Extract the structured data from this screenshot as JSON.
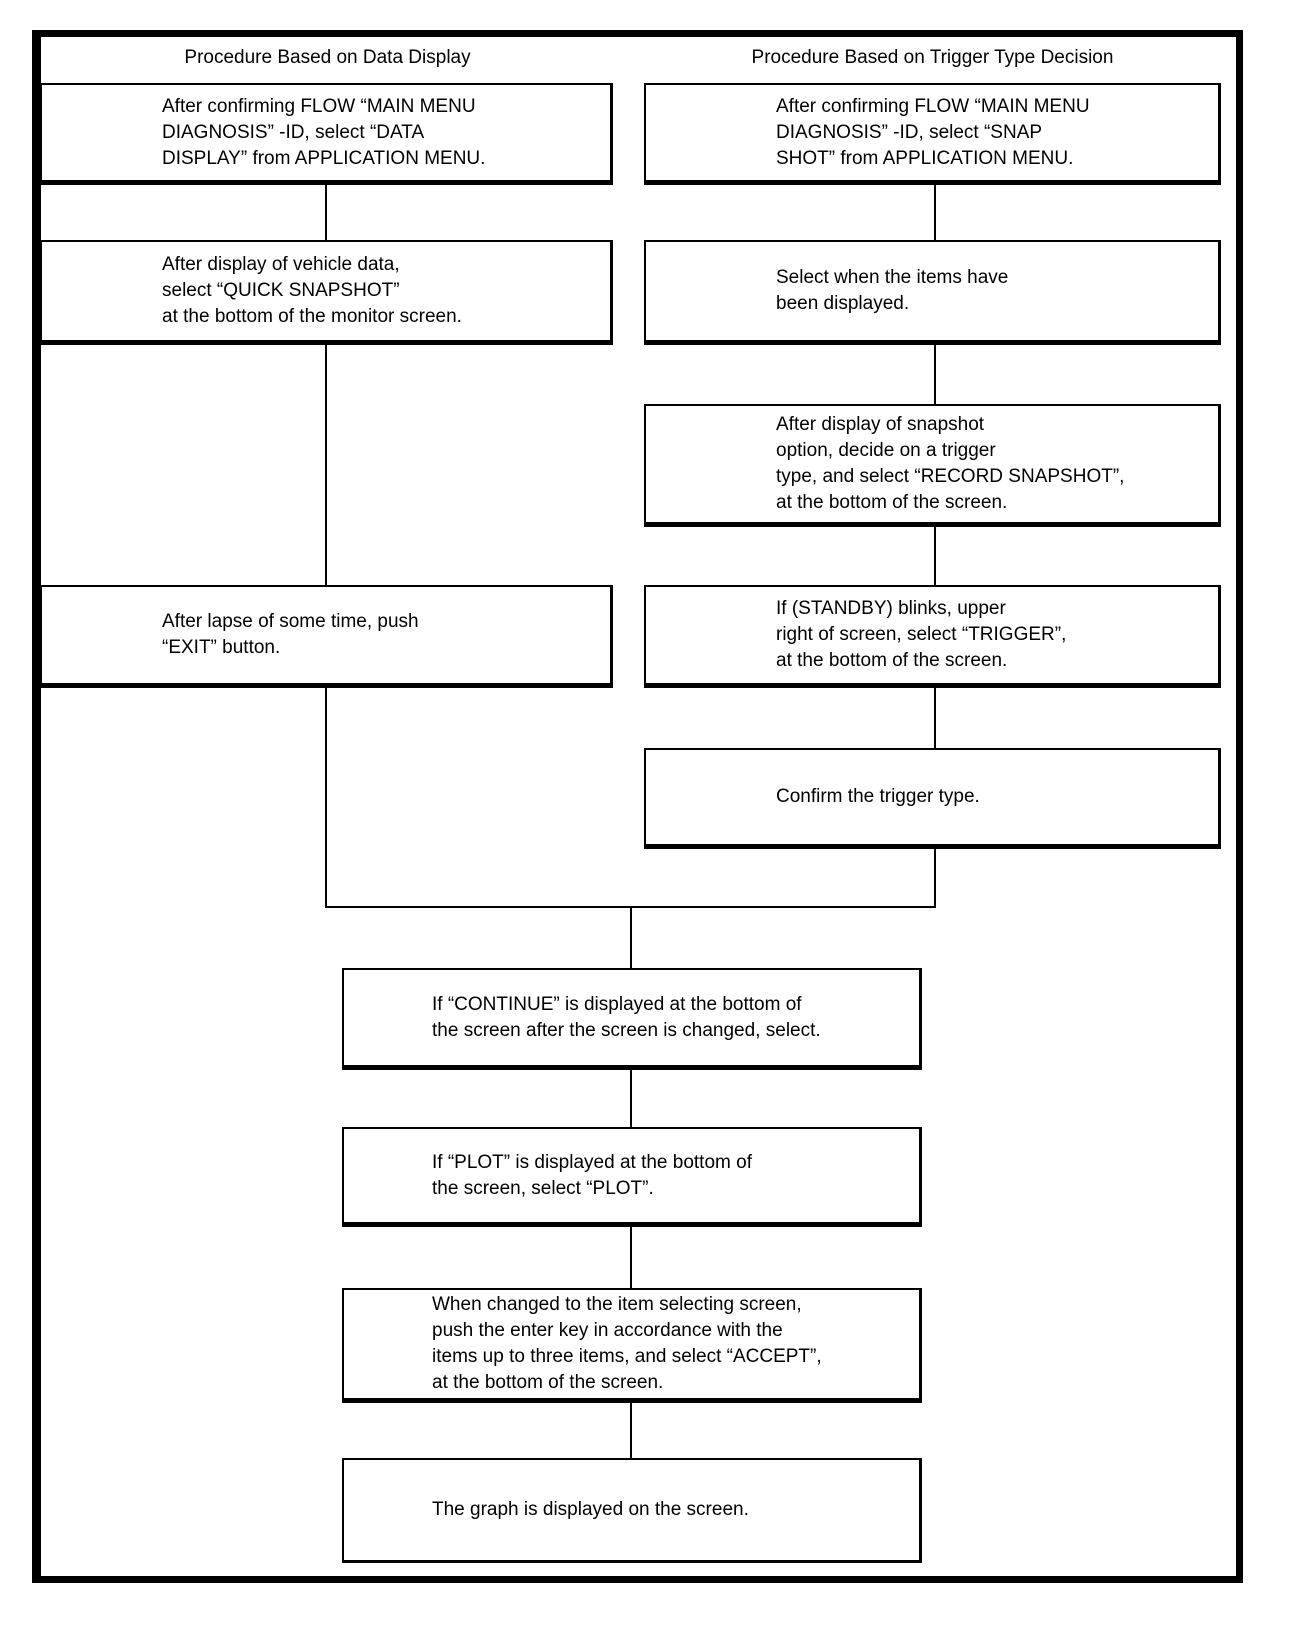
{
  "columns": {
    "left_title": "Procedure Based on Data Display",
    "right_title": "Procedure Based on Trigger Type Decision"
  },
  "boxes": {
    "left_1": {
      "text": "After confirming FLOW “MAIN MENU\nDIAGNOSIS” -ID, select “DATA\nDISPLAY” from APPLICATION MENU."
    },
    "left_2": {
      "text": "After display of vehicle data,\nselect “QUICK SNAPSHOT”\nat the bottom of the monitor screen."
    },
    "left_3": {
      "text": "After lapse of some time, push\n“EXIT” button."
    },
    "right_1": {
      "text": "After confirming FLOW “MAIN MENU\nDIAGNOSIS” -ID, select “SNAP\nSHOT” from APPLICATION MENU."
    },
    "right_2": {
      "text": "Select when the items have\nbeen displayed."
    },
    "right_3": {
      "text": "After display of snapshot\noption, decide on a trigger\ntype, and select “RECORD SNAPSHOT”,\nat the bottom of the screen."
    },
    "right_4": {
      "text": "If (STANDBY) blinks, upper\nright of screen, select “TRIGGER”,\nat the bottom of the screen."
    },
    "right_5": {
      "text": "Confirm the trigger type."
    },
    "center_1": {
      "text": "If “CONTINUE” is displayed at the bottom of\nthe screen after the screen is changed, select."
    },
    "center_2": {
      "text": "If “PLOT” is displayed at the bottom of\nthe screen, select “PLOT”."
    },
    "center_3": {
      "text": "When changed to the item selecting screen,\npush the enter key in accordance with the\nitems up to three items, and select “ACCEPT”,\nat the bottom of the screen."
    },
    "center_4": {
      "text": "The graph is displayed on the screen."
    }
  },
  "colors": {
    "ink": "#000000",
    "paper": "#ffffff"
  }
}
